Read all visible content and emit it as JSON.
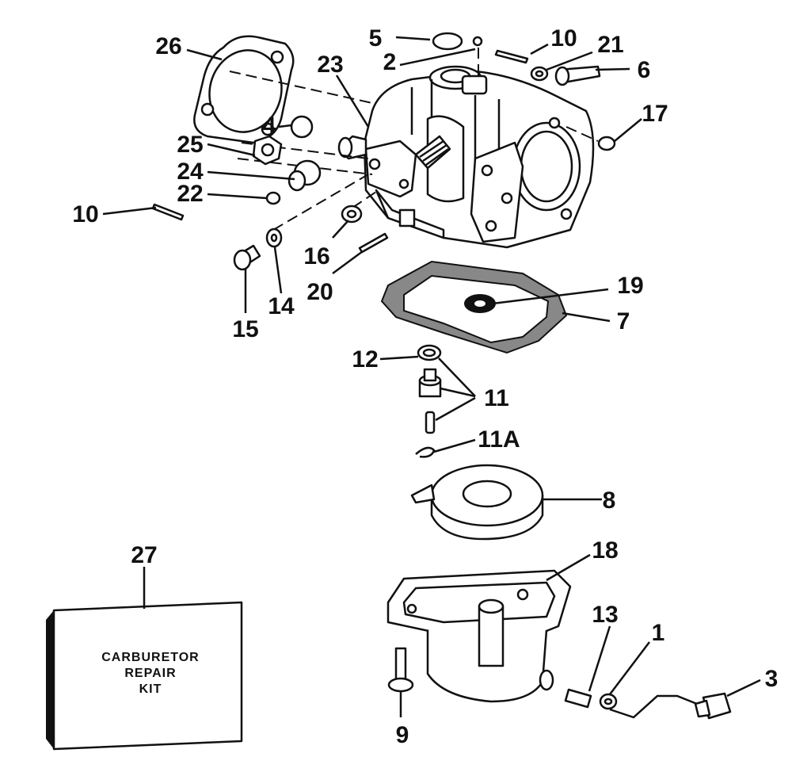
{
  "diagram": {
    "callouts": {
      "c1": "1",
      "c2": "2",
      "c3": "3",
      "c4": "4",
      "c5": "5",
      "c6": "6",
      "c7": "7",
      "c8": "8",
      "c9": "9",
      "c10a": "10",
      "c10b": "10",
      "c11": "11",
      "c11a": "11A",
      "c12": "12",
      "c13": "13",
      "c14": "14",
      "c15": "15",
      "c16": "16",
      "c17": "17",
      "c18": "18",
      "c19": "19",
      "c20": "20",
      "c21": "21",
      "c22": "22",
      "c23": "23",
      "c24": "24",
      "c25": "25",
      "c26": "26",
      "c27": "27"
    },
    "kit_box": {
      "line1": "CARBURETOR",
      "line2": "REPAIR",
      "line3": "KIT"
    }
  }
}
